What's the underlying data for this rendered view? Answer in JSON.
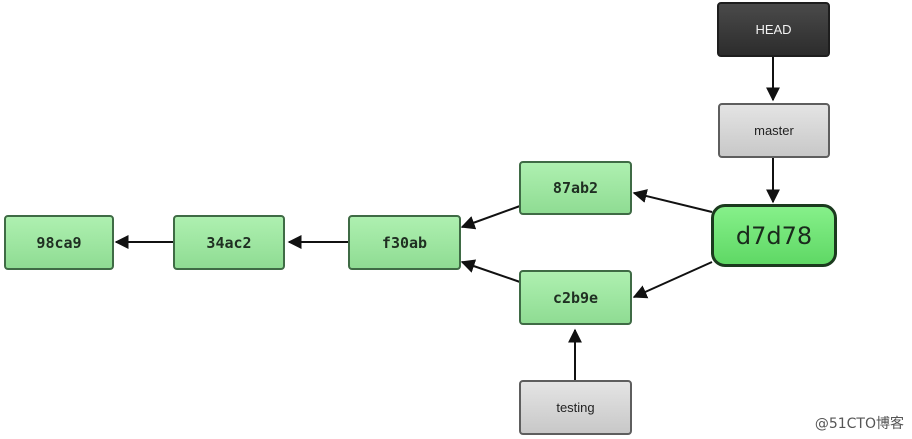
{
  "refs": {
    "head": "HEAD",
    "master": "master",
    "testing": "testing"
  },
  "commits": {
    "c98ca9": "98ca9",
    "c34ac2": "34ac2",
    "cf30ab": "f30ab",
    "c87ab2": "87ab2",
    "cc2b9e": "c2b9e",
    "cd7d78": "d7d78"
  },
  "watermark": "@51CTO博客",
  "colors": {
    "commit_fill": "#9ce6a0",
    "merge_fill": "#6ee474",
    "ref_fill": "#d4d4d4",
    "head_fill": "#3a3a3a",
    "arrow": "#111111"
  }
}
